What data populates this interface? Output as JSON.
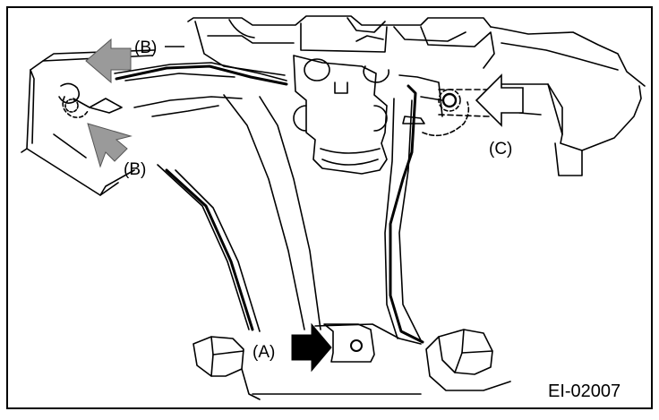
{
  "figure": {
    "labels": {
      "a": "(A)",
      "b_top": "(B)",
      "b_bottom": "(B)",
      "c": "(C)"
    },
    "code": "EI-02007",
    "arrows": {
      "a": {
        "fill": "#000000",
        "direction": "right"
      },
      "b_top": {
        "fill": "#9a9a9a",
        "direction": "left"
      },
      "b_bottom": {
        "fill": "#9a9a9a",
        "direction": "up-left"
      },
      "c": {
        "fill": "#ffffff",
        "direction": "left"
      }
    }
  }
}
